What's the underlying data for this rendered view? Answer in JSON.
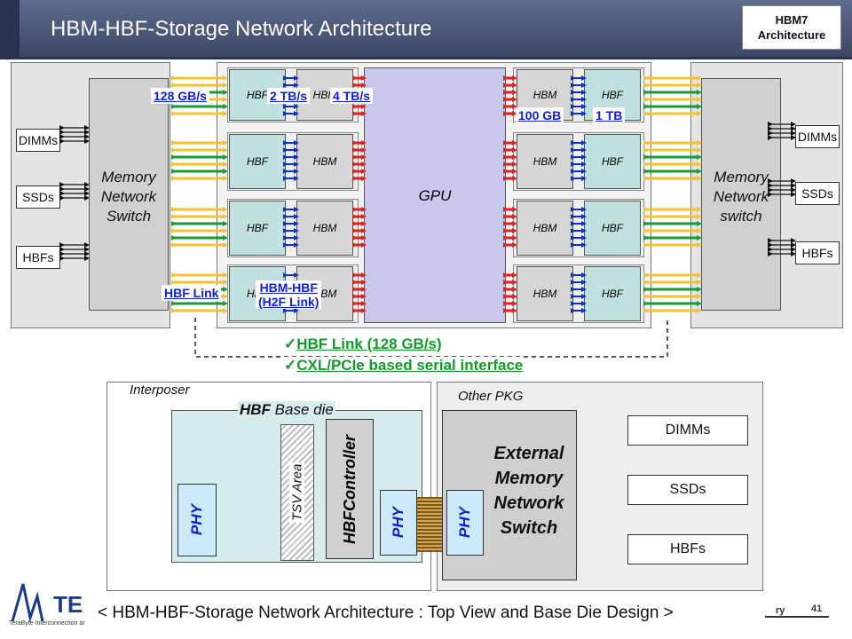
{
  "header": {
    "title": "HBM-HBF-Storage Network Architecture",
    "badge_line1": "HBM7",
    "badge_line2": "Architecture"
  },
  "top": {
    "left_switch": [
      "Memory",
      "Network",
      "Switch"
    ],
    "right_switch": [
      "Memory",
      "Network",
      "switch"
    ],
    "external_left": [
      "DIMMs",
      "SSDs",
      "HBFs"
    ],
    "external_right": [
      "DIMMs",
      "SSDs",
      "HBFs"
    ],
    "gpu": "GPU",
    "hbf": "HBF",
    "hbm": "HBM",
    "labels": {
      "bw_128": "128 GB/s",
      "bw_2tb": "2 TB/s",
      "bw_4tb": "4 TB/s",
      "cap_100gb": "100 GB",
      "cap_1tb": "1 TB",
      "hbf_link": "HBF Link",
      "hbm_hbf_1": "HBM-HBF",
      "hbm_hbf_2": "(H2F Link)"
    },
    "checks": [
      "HBF Link (128 GB/s)",
      "CXL/PCIe based serial interface"
    ],
    "check_mark": "✓"
  },
  "bottom": {
    "interposer": "Interposer",
    "base_die_bold": "HBF",
    "base_die_rest": " Base die",
    "phy": "PHY",
    "tsv": "TSV Area",
    "controller_1": "HBF",
    "controller_2": "Controller",
    "other_pkg": "Other PKG",
    "ext_switch": [
      "External",
      "Memory",
      "Network",
      "Switch"
    ],
    "ext_boxes": [
      "DIMMs",
      "SSDs",
      "HBFs"
    ]
  },
  "footer": {
    "caption": "< HBM-HBF-Storage Network Architecture : Top View and Base Die Design >",
    "logo": "TE",
    "logo_sub": "TeraByte Interconnection ar",
    "page_fragment": "ry",
    "page_number": "41"
  },
  "colors": {
    "header": "#4a5676",
    "gpu": "#c9c8ec",
    "hbf": "#bfe0df",
    "link_label": "#1020d0",
    "check": "#159a2a",
    "arrow_yellow": "#f2c230",
    "arrow_red": "#e02020",
    "arrow_green": "#1a9a3a",
    "arrow_blue": "#1030d0"
  }
}
